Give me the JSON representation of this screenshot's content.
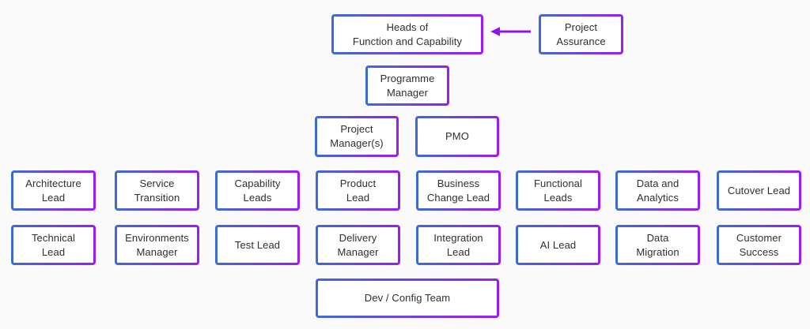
{
  "theme": {
    "background": "#fbfafa",
    "box_background": "#ffffff",
    "border_gradient_start": "#3e6bd3",
    "border_gradient_end": "#9c1bf2",
    "text_color": "#2f2f2f",
    "arrow_color": "#8d15ea"
  },
  "org_chart": {
    "type": "org-chart",
    "levels": [
      {
        "name": "governance",
        "nodes": [
          {
            "label": "Heads of\nFunction and Capability"
          },
          {
            "label": "Project\nAssurance"
          }
        ]
      },
      {
        "name": "programme",
        "nodes": [
          {
            "label": "Programme\nManager"
          }
        ]
      },
      {
        "name": "project-management",
        "nodes": [
          {
            "label": "Project\nManager(s)"
          },
          {
            "label": "PMO"
          }
        ]
      },
      {
        "name": "leads-row-1",
        "nodes": [
          {
            "label": "Architecture\nLead"
          },
          {
            "label": "Service\nTransition"
          },
          {
            "label": "Capability\nLeads"
          },
          {
            "label": "Product\nLead"
          },
          {
            "label": "Business\nChange Lead"
          },
          {
            "label": "Functional\nLeads"
          },
          {
            "label": "Data and\nAnalytics"
          },
          {
            "label": "Cutover Lead"
          }
        ]
      },
      {
        "name": "leads-row-2",
        "nodes": [
          {
            "label": "Technical\nLead"
          },
          {
            "label": "Environments\nManager"
          },
          {
            "label": "Test Lead"
          },
          {
            "label": "Delivery\nManager"
          },
          {
            "label": "Integration\nLead"
          },
          {
            "label": "AI Lead"
          },
          {
            "label": "Data\nMigration"
          },
          {
            "label": "Customer\nSuccess"
          }
        ]
      },
      {
        "name": "delivery-team",
        "nodes": [
          {
            "label": "Dev / Config Team"
          }
        ]
      }
    ],
    "connectors": [
      {
        "from": "Project Assurance",
        "to": "Heads of Function and Capability",
        "style": "arrow-left"
      }
    ]
  }
}
